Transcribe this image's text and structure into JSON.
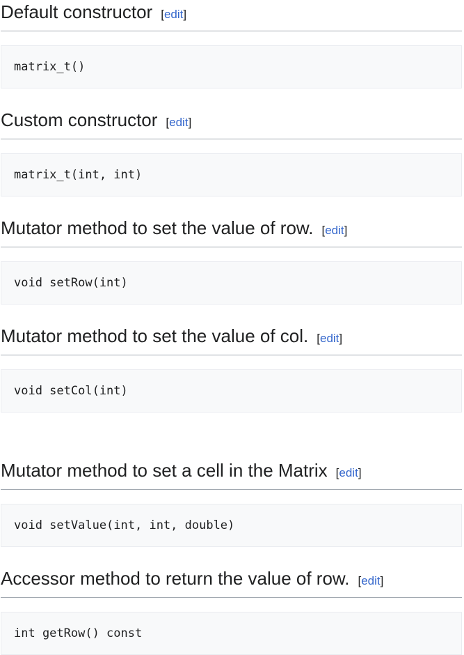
{
  "page": {
    "edit": {
      "bracket_open": "[",
      "label": "edit",
      "bracket_close": "]"
    },
    "sections": [
      {
        "heading": "Default constructor",
        "code": "matrix_t()"
      },
      {
        "heading": "Custom constructor",
        "code": "matrix_t(int, int)"
      },
      {
        "heading": "Mutator method to set the value of row.",
        "code": "void setRow(int)"
      },
      {
        "heading": "Mutator method to set the value of col.",
        "code": "void setCol(int)"
      },
      {
        "heading": "Mutator method to set a cell in the Matrix",
        "code": "void setValue(int, int, double)"
      },
      {
        "heading": "Accessor method to return the value of row.",
        "code": "int getRow() const"
      }
    ],
    "colors": {
      "link_blue": "#3366cc",
      "heading_rule": "#a2a9b1",
      "code_background": "#f8f9fa",
      "code_border": "#eaecf0",
      "text": "#202122"
    }
  }
}
